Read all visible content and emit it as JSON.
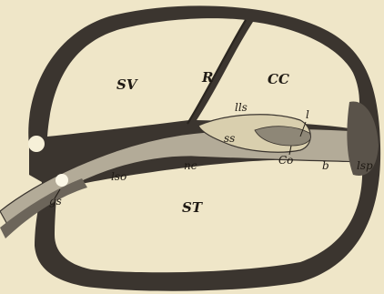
{
  "labels": {
    "sv": "SV",
    "r": "R",
    "cc": "CC",
    "lls": "lls",
    "l": "l",
    "ss": "ss",
    "co": "Co",
    "nc": "nc",
    "lso": "lso",
    "st": "ST",
    "gs": "gs",
    "b": "b",
    "lsp": "lsp"
  },
  "colors": {
    "paper": "#efe6c8",
    "ink": "#1f1a14",
    "wall": "#3b352f",
    "tissue": "#b3ab98"
  }
}
